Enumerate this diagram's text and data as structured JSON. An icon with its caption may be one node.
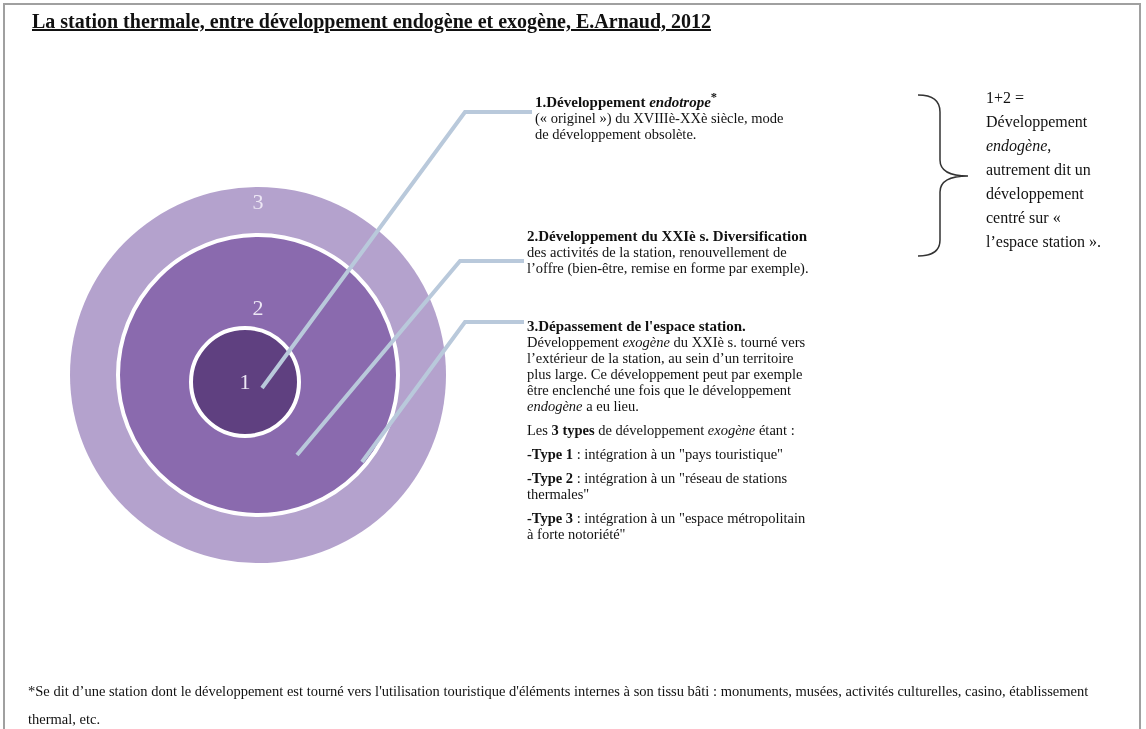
{
  "diagram": {
    "title": "La station thermale, entre développement endogène et exogène, E.Arnaud, 2012",
    "nodes": [
      {
        "text": [
          "3"
        ]
      },
      {
        "text": [
          "2"
        ],
        "in": 0
      },
      {
        "text": [
          "1"
        ],
        "in": 1
      },
      {
        "text": [
          "1.Développement *endotrope*$^{*}$",
          "(« originel ») du XVIIIè-XXè siècle, mode de développement obsolète."
        ]
      },
      {
        "text": [
          "2.Développement du XXIè s. Diversification",
          "des activités de la station, renouvellement de l’offre (bien-être, remise en forme par exemple)."
        ]
      },
      {
        "text": [
          "3.Dépassement de l'espace station.",
          "Développement *exogène* du XXIè s. tourné vers l’extérieur de la station, au sein d’un territoire plus large. Ce développement peut par exemple être enclenché une fois que le développement *endogène* a eu lieu.",
          "Les **3 types** de développement *exogène* étant :",
          "**-Type 1** : intégration à un \"pays touristique\"",
          "**-Type 2** : intégration à un \"réseau de stations thermales\"",
          "**-Type 3** : intégration à un \"espace métropolitain à forte notoriété\""
        ]
      }
    ],
    "edges": [
      {
        "from": 3,
        "to": 2,
        "arrow": "none"
      },
      {
        "from": 4,
        "to": 1,
        "arrow": "none"
      },
      {
        "from": 5,
        "to": 0,
        "arrow": "none"
      }
    ],
    "labels": [
      "1+2 = Développement *endogène*, autrement dit un développement centré sur « l’espace station ».",
      "*Se dit d’une station dont le développement est tourné vers l'utilisation touristique d'éléments internes à son tissu bâti : monuments, musées, activités culturelles, casino, établissement thermal, etc."
    ]
  }
}
